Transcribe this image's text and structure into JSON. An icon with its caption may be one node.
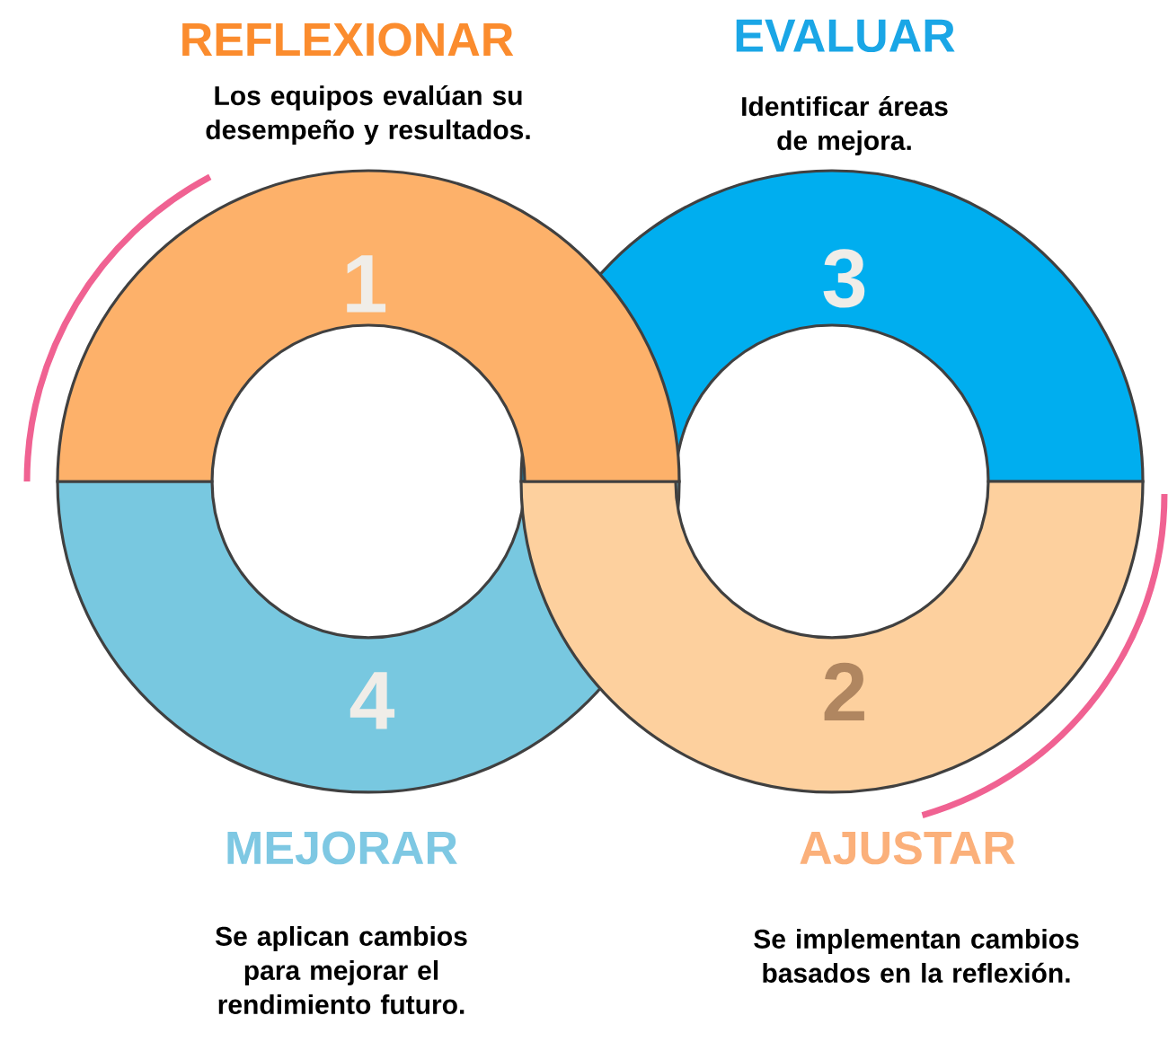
{
  "diagram": {
    "nodes": [
      {
        "text": [
          "1"
        ],
        "beside": [
          "REFLEXIONAR",
          "Los equipos evalúan su desempeño y resultados."
        ]
      },
      {
        "text": [
          "3"
        ],
        "beside": [
          "EVALUAR",
          "Identificar áreas de mejora."
        ]
      },
      {
        "text": [
          "4"
        ],
        "beside": [
          "MEJORAR",
          "Se aplican cambios para mejorar el rendimiento futuro."
        ]
      },
      {
        "text": [
          "2"
        ],
        "beside": [
          "AJUSTAR",
          "Se implementan cambios basados en la reflexión."
        ]
      }
    ]
  }
}
